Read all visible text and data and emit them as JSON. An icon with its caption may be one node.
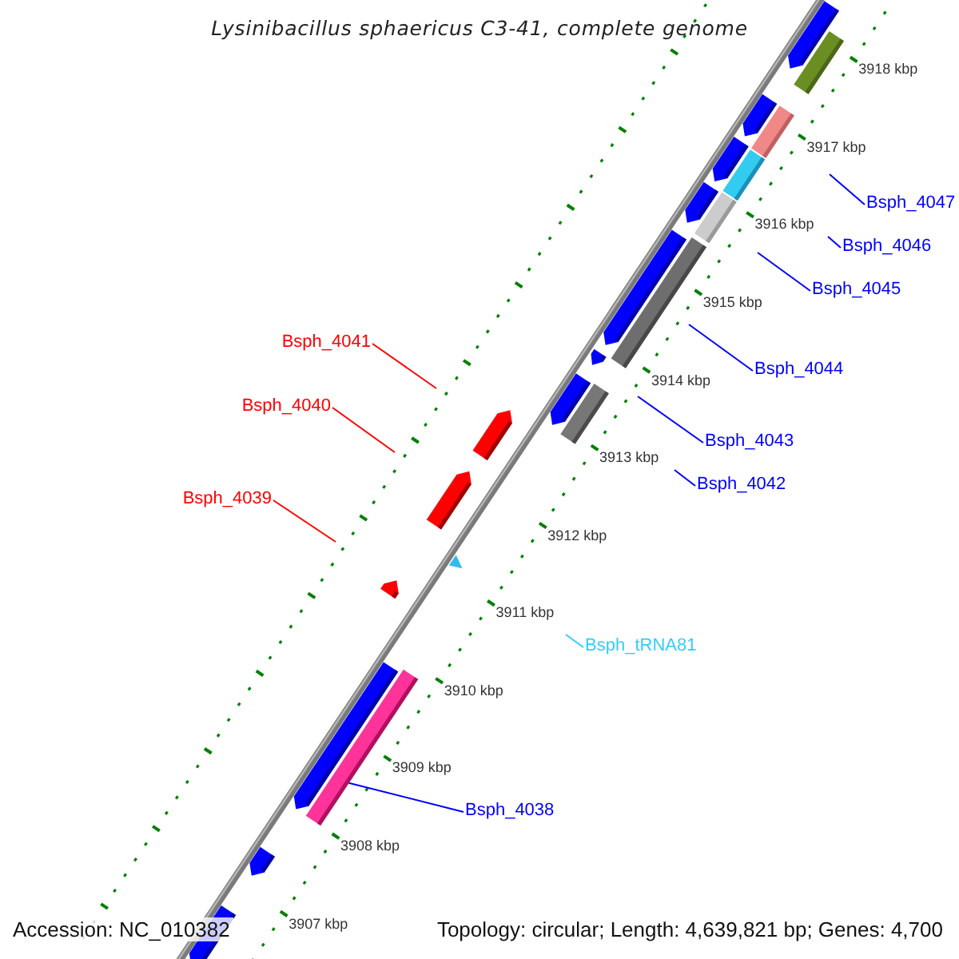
{
  "diagram": {
    "title": "Lysinibacillus sphaericus C3-41, complete genome",
    "nodes": [
      {
        "text": [
          "Bsph_4047"
        ]
      },
      {
        "text": [
          "Bsph_4046"
        ]
      },
      {
        "text": [
          "Bsph_4045"
        ]
      },
      {
        "text": [
          "Bsph_4041"
        ]
      },
      {
        "text": [
          "Bsph_4044"
        ]
      },
      {
        "text": [
          "Bsph_4040"
        ]
      },
      {
        "text": [
          "Bsph_4043"
        ]
      },
      {
        "text": [
          "Bsph_4042"
        ]
      },
      {
        "text": [
          "Bsph_4039"
        ]
      },
      {
        "text": [
          "Bsph_tRNA81"
        ]
      },
      {
        "text": [
          "Bsph_4038"
        ]
      },
      {
        "text": [],
        "shape": "bar"
      }
    ],
    "edges": [
      {
        "from": 0,
        "to": null,
        "arrow": "none"
      },
      {
        "from": 1,
        "to": null,
        "arrow": "none"
      },
      {
        "from": 2,
        "to": null,
        "arrow": "none"
      },
      {
        "from": 3,
        "to": null,
        "arrow": "none",
        "color": "#ff0000"
      },
      {
        "from": 4,
        "to": null,
        "arrow": "none"
      },
      {
        "from": 5,
        "to": null,
        "arrow": "none",
        "color": "#ff0000"
      },
      {
        "from": 6,
        "to": null,
        "arrow": "none"
      },
      {
        "from": 7,
        "to": null,
        "arrow": "none"
      },
      {
        "from": 8,
        "to": null,
        "arrow": "none",
        "color": "#ff0000"
      },
      {
        "from": 9,
        "to": null,
        "arrow": "none",
        "color": "#33ccff"
      },
      {
        "from": 10,
        "to": 11,
        "arrow": "none"
      }
    ],
    "labels": [
      "3918 kbp",
      "3917 kbp",
      "3916 kbp",
      "3915 kbp",
      "3914 kbp",
      "3913 kbp",
      "3912 kbp",
      "3911 kbp",
      "3910 kbp",
      "3909 kbp",
      "3908 kbp",
      "3907 kbp",
      "Accession: NC_010382",
      "Topology: circular; Length: 4,639,821 bp; Genes: 4,700"
    ]
  }
}
